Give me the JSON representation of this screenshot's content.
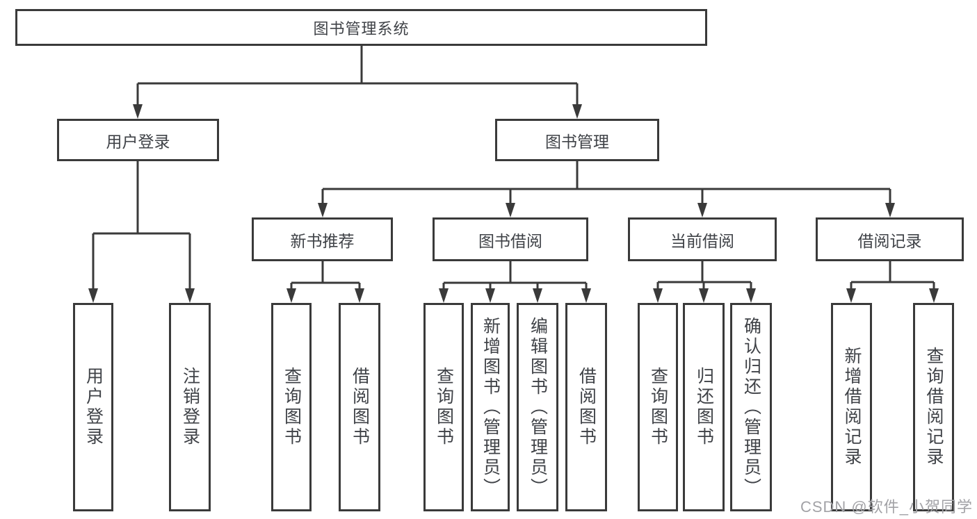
{
  "diagram": {
    "title": "图书管理系统",
    "root": {
      "label": "图书管理系统"
    },
    "level2": [
      {
        "label": "用户登录"
      },
      {
        "label": "图书管理"
      }
    ],
    "level3": [
      {
        "label": "新书推荐"
      },
      {
        "label": "图书借阅"
      },
      {
        "label": "当前借阅"
      },
      {
        "label": "借阅记录"
      }
    ],
    "leaves": {
      "user_login": [
        "用户登录",
        "注销登录"
      ],
      "new_book": [
        "查询图书",
        "借阅图书"
      ],
      "book_borrow": [
        "查询图书",
        "新增图书（管理员）",
        "编辑图书（管理员）",
        "借阅图书"
      ],
      "current_borrow": [
        "查询图书",
        "归还图书",
        "确认归还（管理员）"
      ],
      "borrow_record": [
        "新增借阅记录",
        "查询借阅记录"
      ]
    }
  },
  "watermark": "CSDN @软件_小贺同学",
  "colors": {
    "line": "#3a3a3a",
    "text": "#3f4247",
    "background": "#ffffff",
    "watermark": "#a2a2a6"
  }
}
